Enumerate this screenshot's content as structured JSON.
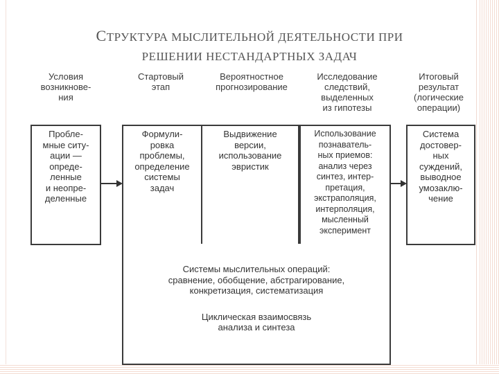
{
  "title": {
    "line1_first": "С",
    "line1_rest": "труктура мыслительной деятельности при",
    "line2": "решении нестандартных задач"
  },
  "headers": [
    "Условия\nвозникнове-\nния",
    "Стартовый\nэтап",
    "Вероятностное\nпрогнозирование",
    "Исследование\nследствий,\nвыделенных\nиз гипотезы",
    "Итоговый\nрезультат\n(логические\nоперации)"
  ],
  "boxes": [
    "Пробле-\nмные ситу-\nации —\nопреде-\nленные\nи неопре-\nделенные",
    "Формули-\nровка\nпроблемы,\nопределение\nсистемы\nзадач",
    "Выдвижение\nверсии,\nиспользование\nэвристик",
    "Использование\nпознаватель-\nных приемов:\nанализ через\nсинтез, интер-\nпретация,\nэкстраполяция,\nинтерполяция,\nмысленный\nэксперимент",
    "Система\nдостовер-\nных\nсуждений,\nвыводное\nумозаклю-\nчение"
  ],
  "bottom": {
    "operations": "Системы мыслительных операций:\nсравнение, обобщение, абстрагирование,\nконкретизация, систематизация",
    "cycle": "Циклическая взаимосвязь\nанализа и синтеза"
  }
}
